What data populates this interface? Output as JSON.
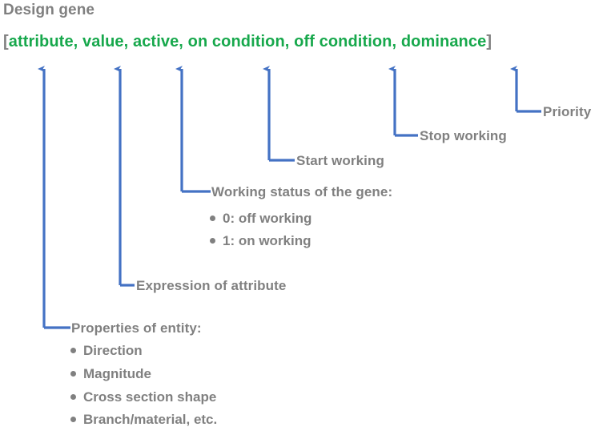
{
  "title": "Design gene",
  "colors": {
    "gene_green": "#17a84c",
    "gray_text": "#808080",
    "arrow_blue": "#4472c4",
    "background": "#ffffff"
  },
  "gene": {
    "open_bracket": "[",
    "close_bracket": "]",
    "tokens": [
      {
        "label": "attribute"
      },
      {
        "label": "value"
      },
      {
        "label": "active"
      },
      {
        "label": "on condition"
      },
      {
        "label": "off condition"
      },
      {
        "label": "dominance"
      }
    ],
    "separator": ", "
  },
  "annotations": [
    {
      "id": "priority",
      "label": "Priority",
      "target_token": "dominance"
    },
    {
      "id": "stop-working",
      "label": "Stop working",
      "target_token": "off condition"
    },
    {
      "id": "start-working",
      "label": "Start working",
      "target_token": "on condition"
    },
    {
      "id": "working-status",
      "label": "Working status of the gene:",
      "target_token": "active",
      "bullets": [
        "0: off working",
        "1: on working"
      ]
    },
    {
      "id": "expression-of-attribute",
      "label": "Expression of attribute",
      "target_token": "value"
    },
    {
      "id": "properties-of-entity",
      "label": "Properties of entity:",
      "target_token": "attribute",
      "bullets": [
        "Direction",
        "Magnitude",
        "Cross section shape",
        "Branch/material, etc."
      ]
    }
  ]
}
